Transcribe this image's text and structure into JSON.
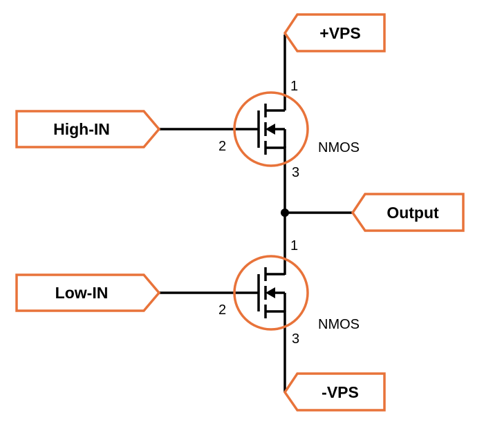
{
  "ports": {
    "vps_pos": "+VPS",
    "vps_neg": "-VPS",
    "high_in": "High-IN",
    "low_in": "Low-IN",
    "output": "Output"
  },
  "transistors": [
    {
      "type": "NMOS",
      "pin_drain": "1",
      "pin_gate": "2",
      "pin_source": "3"
    },
    {
      "type": "NMOS",
      "pin_drain": "1",
      "pin_gate": "2",
      "pin_source": "3"
    }
  ],
  "colors": {
    "accent": "#e8733a",
    "wire": "#000000"
  }
}
